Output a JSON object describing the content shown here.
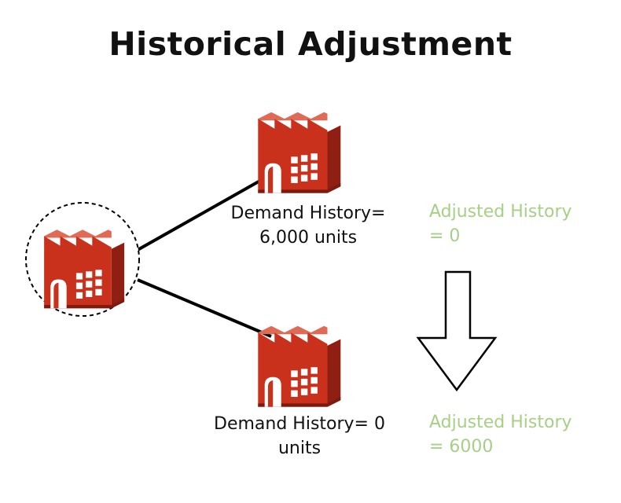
{
  "title": "Historical Adjustment",
  "colors": {
    "factory_red": "#c9311d",
    "adjusted_green": "#a7cf85",
    "line": "#000000"
  },
  "icons": {
    "source_factory": "factory-icon",
    "target_factory_top": "factory-icon",
    "target_factory_bottom": "factory-icon",
    "arrow": "down-arrow-icon"
  },
  "top_branch": {
    "demand_line1": "Demand  History=",
    "demand_line2": "6,000 units",
    "adjusted_line1": "Adjusted History",
    "adjusted_line2": "= 0"
  },
  "bottom_branch": {
    "demand_line1": "Demand  History= 0",
    "demand_line2": "units",
    "adjusted_line1": "Adjusted History",
    "adjusted_line2": "= 6000"
  }
}
